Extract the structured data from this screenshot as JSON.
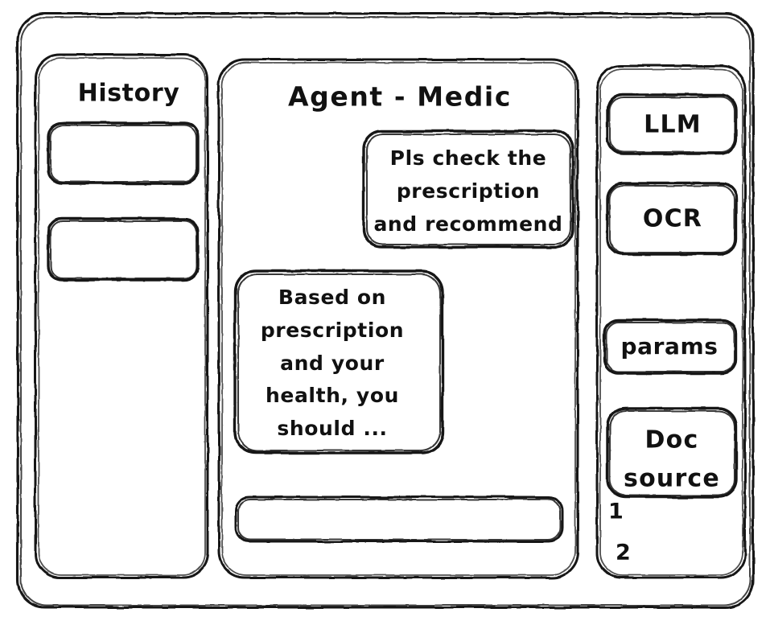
{
  "window": {
    "title": "Agent - Medic",
    "style": "hand-drawn wireframe",
    "stroke_color": "#141414",
    "background_color": "#ffffff"
  },
  "sidebar_left": {
    "title": "History",
    "items": [
      {
        "label": "",
        "name": "history-item-1"
      },
      {
        "label": "",
        "name": "history-item-2"
      }
    ]
  },
  "main": {
    "title": "Agent - Medic",
    "messages": [
      {
        "role": "user",
        "align": "right",
        "lines": [
          "Pls check the",
          "prescription",
          "and recommend"
        ],
        "text": "Pls check the prescription and recommend"
      },
      {
        "role": "assistant",
        "align": "left",
        "lines": [
          "Based on",
          "prescription",
          "and your",
          "health, you",
          "should ..."
        ],
        "text": "Based on prescription and your health, you should ..."
      }
    ],
    "composer": {
      "value": "",
      "placeholder": ""
    }
  },
  "sidebar_right": {
    "chips": [
      {
        "label": "LLM",
        "name": "llm-chip"
      },
      {
        "label": "OCR",
        "name": "ocr-chip"
      },
      {
        "label": "params",
        "name": "params-chip"
      }
    ],
    "doc_source": {
      "lines": [
        "Doc",
        "source"
      ],
      "text": "Doc source"
    },
    "doc_source_items": [
      "1",
      "2"
    ]
  }
}
